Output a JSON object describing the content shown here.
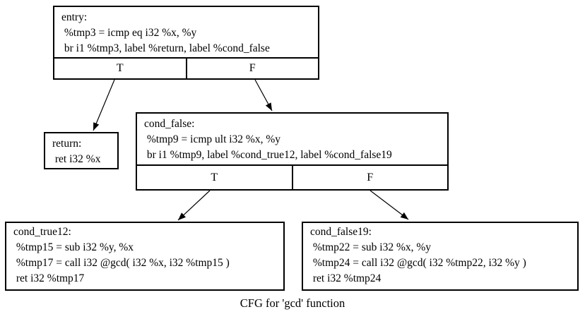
{
  "caption": "CFG for 'gcd' function",
  "colors": {
    "background": "#ffffff",
    "node_fill": "#ffffff",
    "border": "#000000",
    "text": "#000000"
  },
  "nodes": {
    "entry": {
      "lines": [
        "entry:",
        " %tmp3 = icmp eq i32 %x, %y",
        " br i1 %tmp3, label %return, label %cond_false"
      ],
      "ports": [
        "T",
        "F"
      ]
    },
    "return": {
      "lines": [
        "return:",
        " ret i32 %x"
      ]
    },
    "cond_false": {
      "lines": [
        "cond_false:",
        " %tmp9 = icmp ult i32 %x, %y",
        " br i1 %tmp9, label %cond_true12, label %cond_false19"
      ],
      "ports": [
        "T",
        "F"
      ]
    },
    "cond_true12": {
      "lines": [
        "cond_true12:",
        " %tmp15 = sub i32 %y, %x",
        " %tmp17 = call i32 @gcd( i32 %x, i32 %tmp15 )",
        " ret i32 %tmp17"
      ]
    },
    "cond_false19": {
      "lines": [
        "cond_false19:",
        " %tmp22 = sub i32 %x, %y",
        " %tmp24 = call i32 @gcd( i32 %tmp22, i32 %y )",
        " ret i32 %tmp24"
      ]
    }
  },
  "edges": [
    {
      "from": "entry",
      "port": "T",
      "to": "return"
    },
    {
      "from": "entry",
      "port": "F",
      "to": "cond_false"
    },
    {
      "from": "cond_false",
      "port": "T",
      "to": "cond_true12"
    },
    {
      "from": "cond_false",
      "port": "F",
      "to": "cond_false19"
    }
  ]
}
